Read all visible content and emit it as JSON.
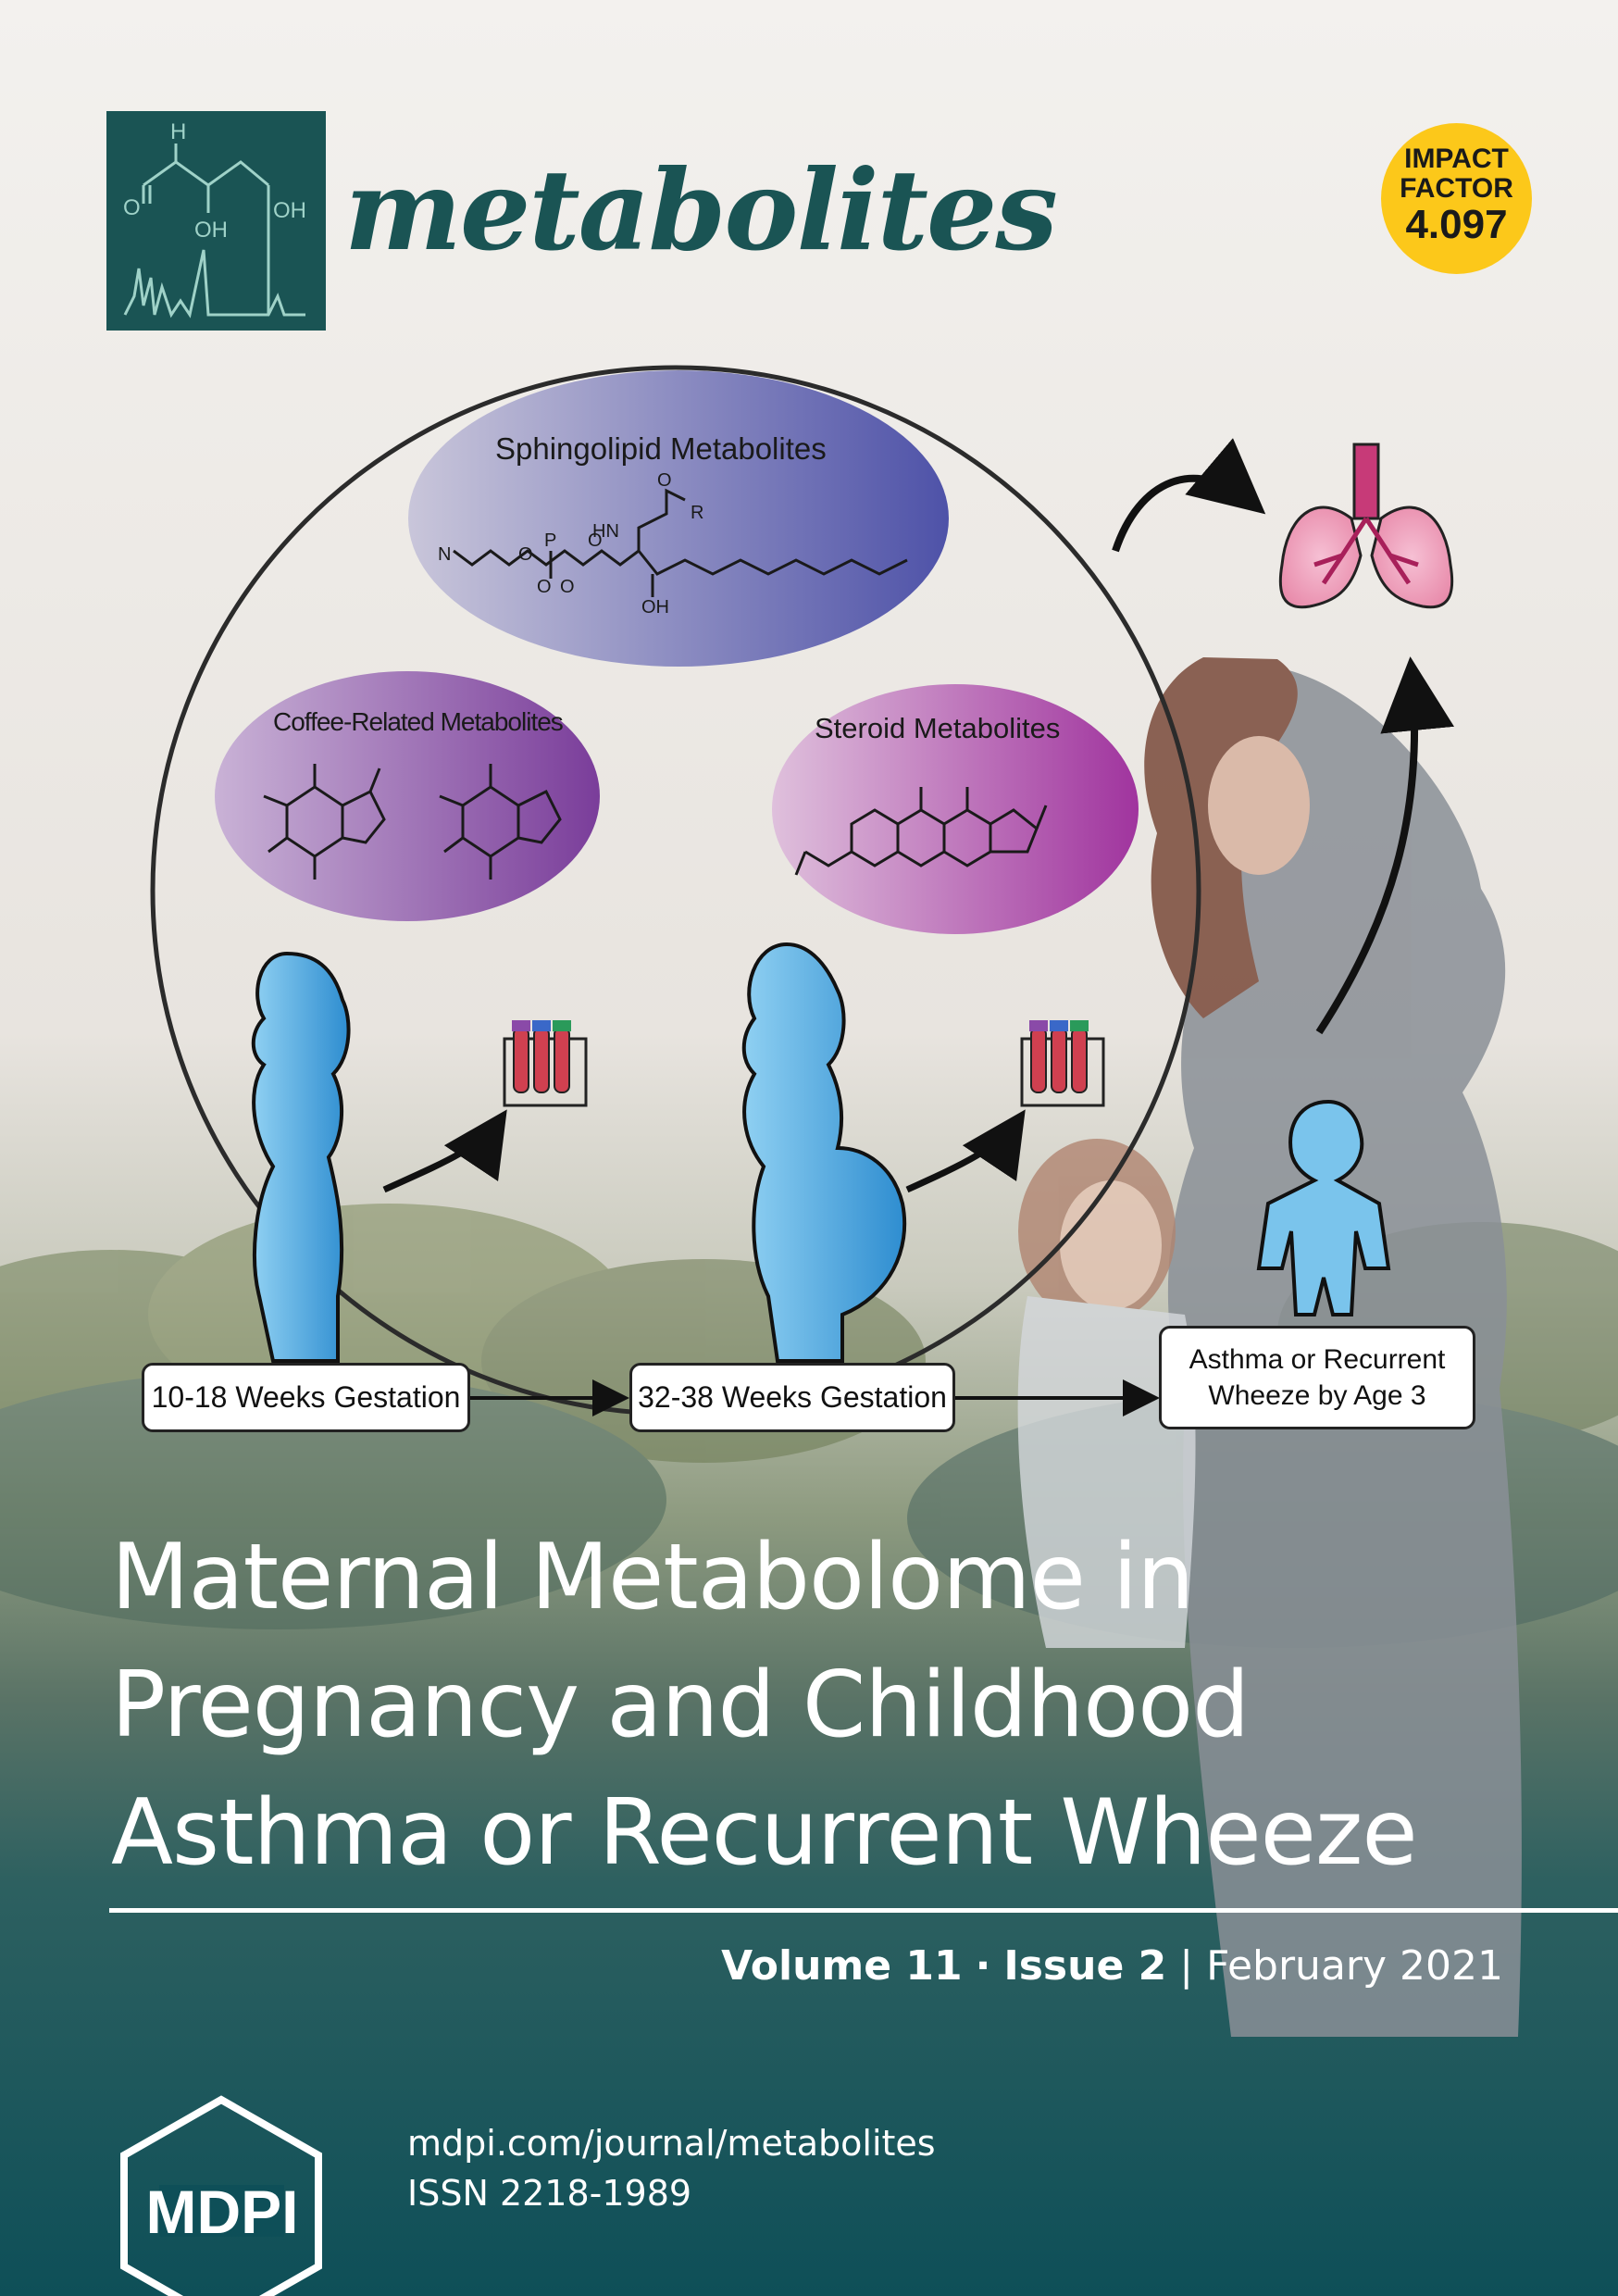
{
  "journal": {
    "name": "metabolites",
    "logo_icon": "molecule-chromatogram-icon",
    "logo_labels": {
      "h": "H",
      "o": "O",
      "oh1": "OH",
      "oh2": "OH"
    }
  },
  "impact_factor": {
    "line1": "IMPACT",
    "line2": "FACTOR",
    "value": "4.097"
  },
  "graphical_abstract": {
    "ovals": [
      {
        "label": "Sphingolipid Metabolites",
        "color": "#5a5eb0"
      },
      {
        "label": "Coffee-Related Metabolites",
        "color": "#7a3f9a"
      },
      {
        "label": "Steroid Metabolites",
        "color": "#a03aa0"
      }
    ],
    "timeline": [
      {
        "label": "10-18 Weeks Gestation"
      },
      {
        "label": "32-38 Weeks Gestation"
      },
      {
        "label_line1": "Asthma or Recurrent",
        "label_line2": "Wheeze by Age 3"
      }
    ]
  },
  "article_title": {
    "line1": "Maternal Metabolome in",
    "line2": "Pregnancy and Childhood",
    "line3": "Asthma or Recurrent Wheeze"
  },
  "issue_info": {
    "volume": "Volume 11",
    "separator": "·",
    "issue": "Issue 2",
    "divider": "|",
    "date": "February 2021"
  },
  "publisher": {
    "name": "MDPI",
    "url": "mdpi.com/journal/metabolites",
    "issn": "ISSN 2218-1989"
  },
  "colors": {
    "teal_dark": "#0e4f58",
    "teal_logo": "#1a5454",
    "badge_yellow": "#fcc81a",
    "figure_blue": "#3aa0dc"
  }
}
